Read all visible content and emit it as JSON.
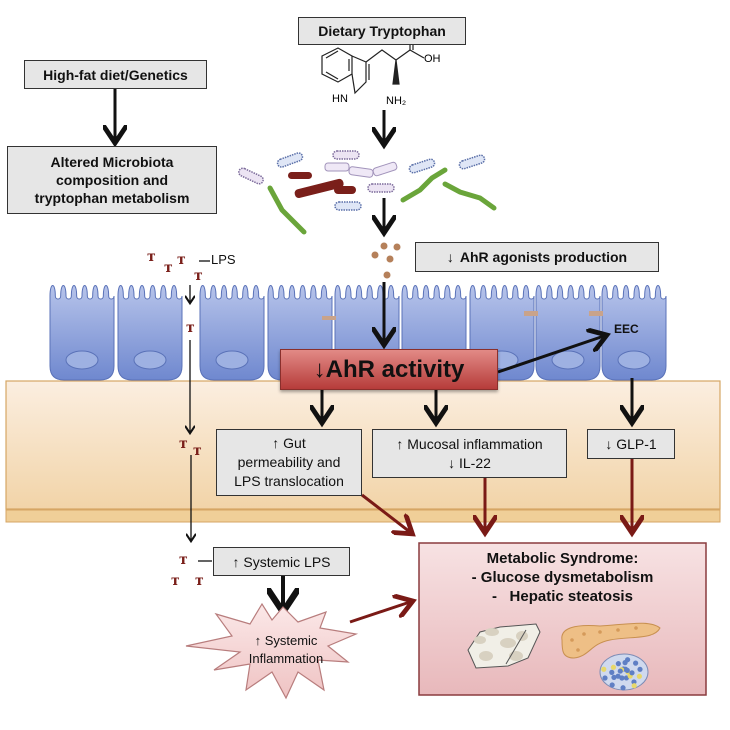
{
  "diagram": {
    "sources": {
      "dietary_tryptophan": "Dietary Tryptophan",
      "high_fat_diet": "High-fat diet/Genetics"
    },
    "molecule": {
      "oh_label": "OH",
      "o_label": "O",
      "hn_label": "HN",
      "nh2_label": "NH₂"
    },
    "altered_microbiota": [
      "Altered Microbiota",
      "composition and",
      "tryptophan metabolism"
    ],
    "lps_label": "LPS",
    "ahr_agonists": {
      "arrow": "↓",
      "text": "AhR agonists production"
    },
    "ahr_activity": {
      "arrow": "↓",
      "text": "AhR activity"
    },
    "eec_label": "EEC",
    "effects": {
      "gut_permeability": [
        "↑ Gut",
        "permeability and",
        "LPS translocation"
      ],
      "mucosal": [
        "↑ Mucosal inflammation",
        "↓ IL-22"
      ],
      "glp1": "↓ GLP-1",
      "systemic_lps": "↑ Systemic LPS",
      "systemic_inflammation": [
        "↑ Systemic",
        "Inflammation"
      ]
    },
    "metabolic_syndrome": {
      "title": "Metabolic Syndrome:",
      "items": [
        "- Glucose dysmetabolism",
        "-   Hepatic steatosis"
      ]
    },
    "colors": {
      "epithelium": "#7f97d6",
      "lamina": "#f6e0c0",
      "ahr_box": "#c8504e",
      "metabolic_box": "#f3d3d6",
      "red_arrow": "#7a1a16",
      "lps": "#7a1f1a",
      "agonist_dots": "#b5805a"
    }
  }
}
